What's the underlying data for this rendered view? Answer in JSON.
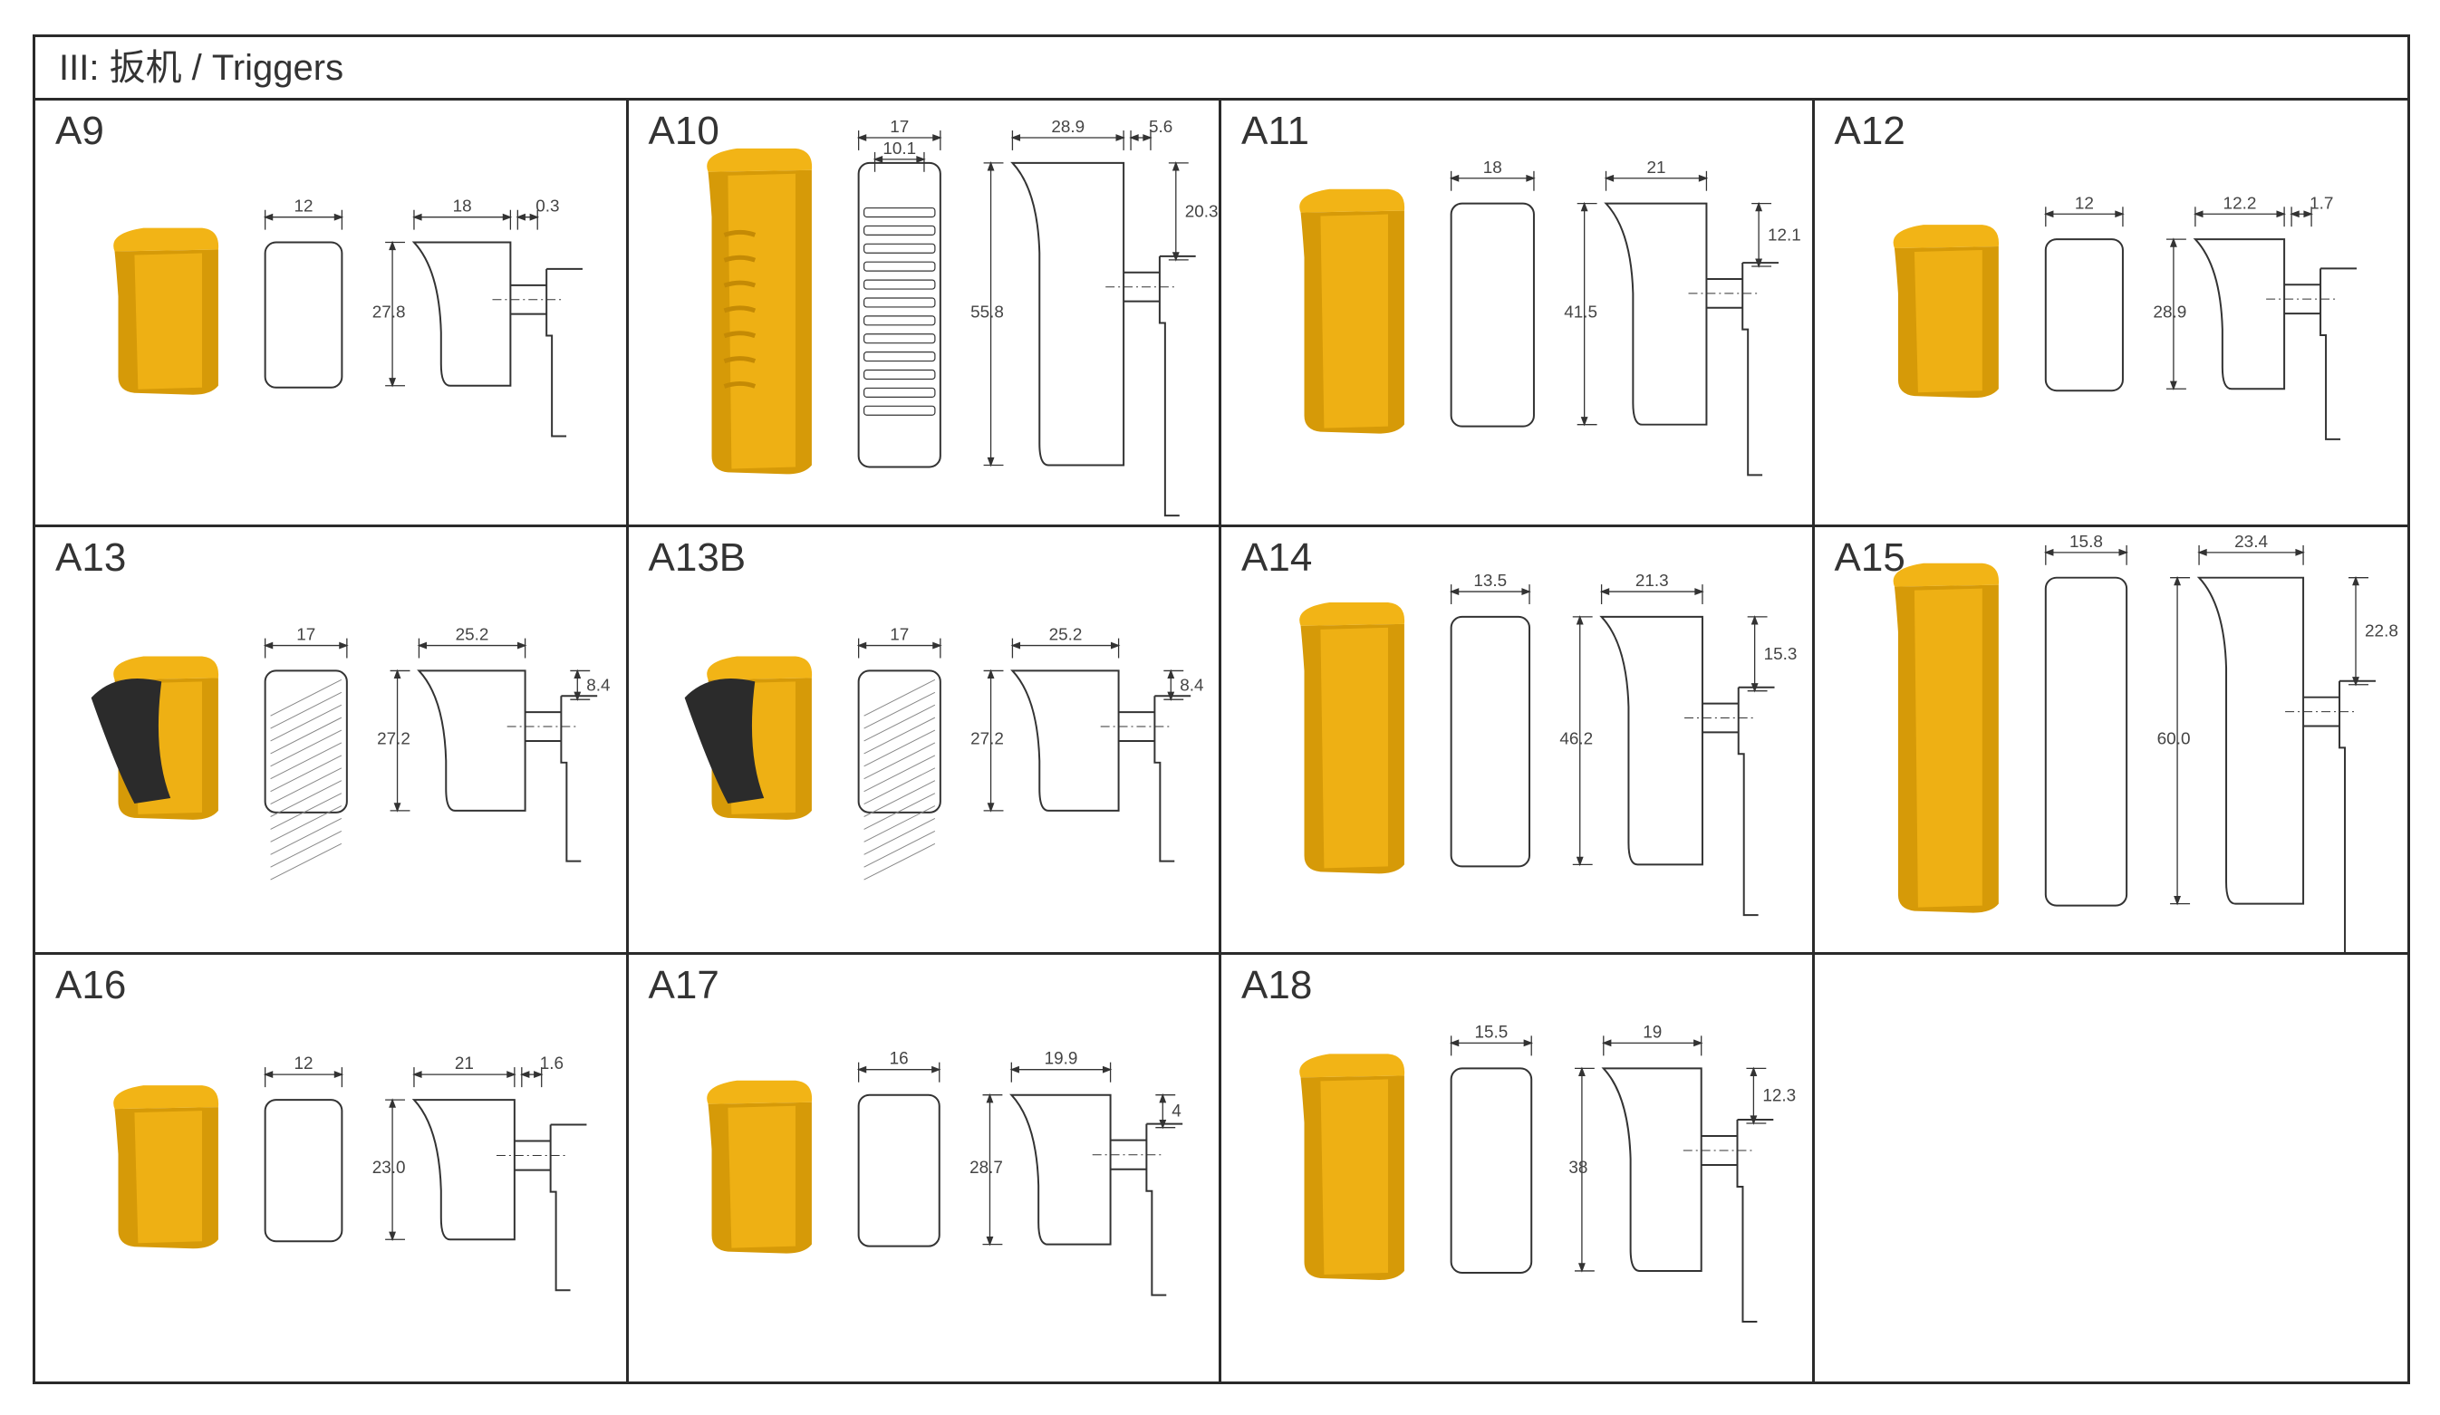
{
  "section": {
    "title": "III: 扳机 / Triggers"
  },
  "colors": {
    "body": "#f2b416",
    "body_shade": "#d69a08",
    "grip": "#2b2b2b",
    "line": "#333333"
  },
  "triggers": [
    {
      "code": "A9",
      "width": "12",
      "depth": "18",
      "height": "27.8",
      "extra": "0.3"
    },
    {
      "code": "A10",
      "width": "17",
      "inner": "10.1",
      "depth": "28.9",
      "extra": "5.6",
      "height": "55.8",
      "upper": "20.3"
    },
    {
      "code": "A11",
      "width": "18",
      "depth": "21",
      "height": "41.5",
      "upper": "12.1"
    },
    {
      "code": "A12",
      "width": "12",
      "depth": "12.2",
      "extra": "1.7",
      "height": "28.9"
    },
    {
      "code": "A13",
      "width": "17",
      "depth": "25.2",
      "height": "27.2",
      "upper": "8.4"
    },
    {
      "code": "A13B",
      "width": "17",
      "depth": "25.2",
      "height": "27.2",
      "upper": "8.4"
    },
    {
      "code": "A14",
      "width": "13.5",
      "depth": "21.3",
      "height": "46.2",
      "upper": "15.3"
    },
    {
      "code": "A15",
      "width": "15.8",
      "depth": "23.4",
      "height": "60.0",
      "upper": "22.8"
    },
    {
      "code": "A16",
      "width": "12",
      "depth": "21",
      "height": "23.0",
      "extra": "1.6"
    },
    {
      "code": "A17",
      "width": "16",
      "depth": "19.9",
      "height": "28.7",
      "upper": "4"
    },
    {
      "code": "A18",
      "width": "15.5",
      "depth": "19",
      "height": "38",
      "upper": "12.3"
    }
  ]
}
